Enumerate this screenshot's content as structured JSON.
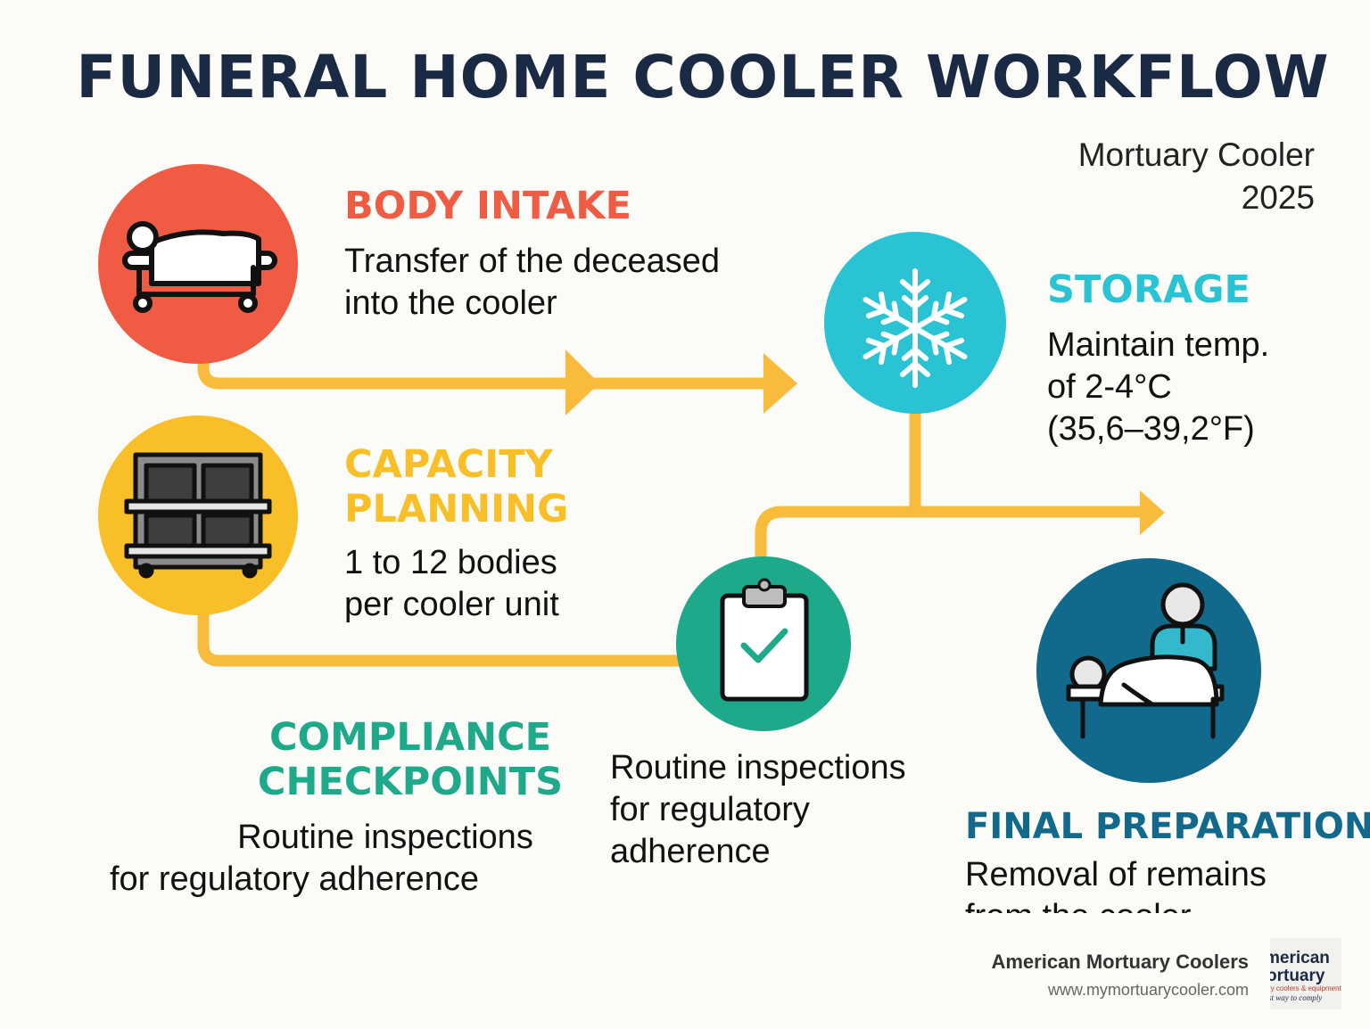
{
  "title": "FUNERAL HOME COOLER WORKFLOW",
  "brand_top": {
    "line1": "Mortuary Cooler",
    "line2": "2025"
  },
  "colors": {
    "intake": "#ef5c43",
    "capacity": "#f8bf28",
    "storage": "#29c3d4",
    "compliance": "#1eaa8a",
    "final": "#116a8c",
    "connector": "#f8bb3c",
    "title": "#1b2a44"
  },
  "steps": {
    "intake": {
      "title": "BODY INTAKE",
      "desc": [
        "Transfer of the deceased",
        "into the cooler"
      ],
      "icon": "stretcher-icon"
    },
    "capacity": {
      "title": [
        "CAPACITY",
        "PLANNING"
      ],
      "desc": [
        "1 to 12 bodies",
        "per cooler unit"
      ],
      "icon": "cooler-rack-icon"
    },
    "storage": {
      "title": "STORAGE",
      "desc": [
        "Maintain temp.",
        "of 2-4°C",
        "(35,6–39,2°F)"
      ],
      "icon": "snowflake-icon"
    },
    "compliance": {
      "title": [
        "COMPLIANCE",
        "CHECKPOINTS"
      ],
      "desc": [
        "Routine inspections",
        "for regulatory adherence"
      ],
      "desc_alt": [
        "Routine inspections",
        "for regulatory",
        "adherence"
      ],
      "icon": "clipboard-check-icon"
    },
    "final": {
      "title": "FINAL PREPARATION",
      "desc": [
        "Removal of remains",
        "from the cooler"
      ],
      "icon": "attendant-with-body-icon"
    }
  },
  "footer": {
    "name": "American Mortuary Coolers",
    "url": "www.mymortuarycooler.com",
    "logo_text": [
      "merican",
      "ortuary",
      "ry coolers & equipment",
      "st way to comply"
    ]
  }
}
